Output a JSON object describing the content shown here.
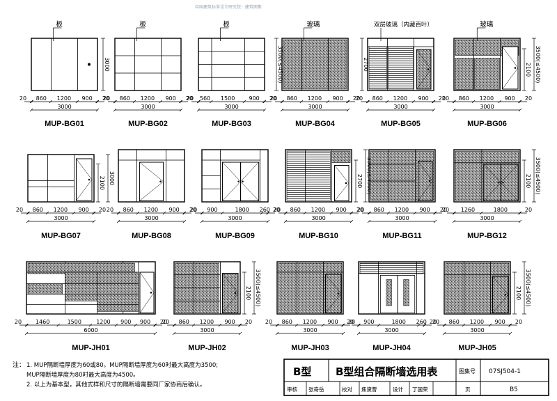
{
  "header": {
    "url_text": "中国建筑标准设计研究院 · 建筑图集"
  },
  "panels": [
    {
      "label": "MUP-BG01",
      "height": "3000",
      "dims": [
        "20",
        "860",
        "1200",
        "900",
        "20"
      ],
      "total": "3000",
      "callout": "板"
    },
    {
      "label": "MUP-BG02",
      "dims": [
        "20",
        "860",
        "1200",
        "900",
        "20"
      ],
      "total": "3000",
      "callout": "板"
    },
    {
      "label": "MUP-BG03",
      "dims": [
        "20",
        "560",
        "1500",
        "900",
        "20"
      ],
      "total": "3000",
      "callout": "板"
    },
    {
      "label": "MUP-BG04",
      "height": "3500(≤4500)",
      "dims": [
        "20",
        "860",
        "1200",
        "900",
        "20"
      ],
      "total": "3000",
      "callout": "玻璃"
    },
    {
      "label": "MUP-BG05",
      "height": "2700",
      "dims": [
        "20",
        "860",
        "1200",
        "900",
        "20"
      ],
      "total": "3000",
      "callout": "双层玻璃（内藏百叶）"
    },
    {
      "label": "MUP-BG06",
      "height": "3500(≤4500)",
      "height2": "2100",
      "dims": [
        "20",
        "860",
        "1200",
        "900",
        "20"
      ],
      "total": "3000",
      "callout": "玻璃"
    },
    {
      "label": "MUP-BG07",
      "height": "3000",
      "height2": "2100",
      "dims": [
        "20",
        "860",
        "1200",
        "900",
        "20"
      ],
      "total": "3000"
    },
    {
      "label": "MUP-BG08",
      "dims": [
        "20",
        "860",
        "1200",
        "900",
        "20"
      ],
      "total": "3000"
    },
    {
      "label": "MUP-BG09",
      "dims": [
        "20",
        "900",
        "1800",
        "260",
        "20"
      ],
      "total": "3000"
    },
    {
      "label": "MUP-BG10",
      "height": "3500(≤4500)",
      "height2": "2700",
      "dims": [
        "20",
        "860",
        "1200",
        "900",
        "20"
      ],
      "total": "3000"
    },
    {
      "label": "MUP-BG11",
      "dims": [
        "20",
        "860",
        "1200",
        "900",
        "20"
      ],
      "total": "3000"
    },
    {
      "label": "MUP-BG12",
      "height": "3500(≤4500)",
      "height2": "2100",
      "dims": [
        "20",
        "1260",
        "1800",
        "20"
      ],
      "total": "3000"
    },
    {
      "label": "MUP-JH01",
      "dims": [
        "20",
        "1460",
        "1500",
        "1200",
        "900",
        "900",
        "20"
      ],
      "total": "6000"
    },
    {
      "label": "MUP-JH02",
      "height": "3500(≤4500)",
      "height2": "2100",
      "dims": [
        "20",
        "860",
        "1200",
        "900",
        "20"
      ],
      "total": "3000"
    },
    {
      "label": "MUP-JH03",
      "dims": [
        "20",
        "860",
        "1200",
        "900",
        "20"
      ],
      "total": "3000"
    },
    {
      "label": "MUP-JH04",
      "dims": [
        "20",
        "900",
        "1800",
        "260",
        "20"
      ],
      "total": "3000"
    },
    {
      "label": "MUP-JH05",
      "height": "3500(≤4500)",
      "height2": "2100",
      "dims": [
        "20",
        "860",
        "1200",
        "900",
        "20"
      ],
      "total": "3000"
    }
  ],
  "notes": {
    "prefix": "注：",
    "lines": [
      "1.  MUP隔断墙厚度为60或80。MUP隔断墙厚度为60时最大高度为3500;",
      "     MUP隔断墙厚度为80时最大高度为4500。",
      "2.  以上为基本型，其他式样和尺寸的隔断墙需要同厂家协商后确认。"
    ]
  },
  "title_block": {
    "type": "B型",
    "title": "B型组合隔断墙选用表",
    "atlas_label": "图集号",
    "atlas_no": "07SJ504-1",
    "row2": [
      "审核",
      "张奇岳",
      "校对",
      "焦黛曹",
      "设计",
      "丁国荣",
      "页"
    ],
    "page": "B5"
  }
}
